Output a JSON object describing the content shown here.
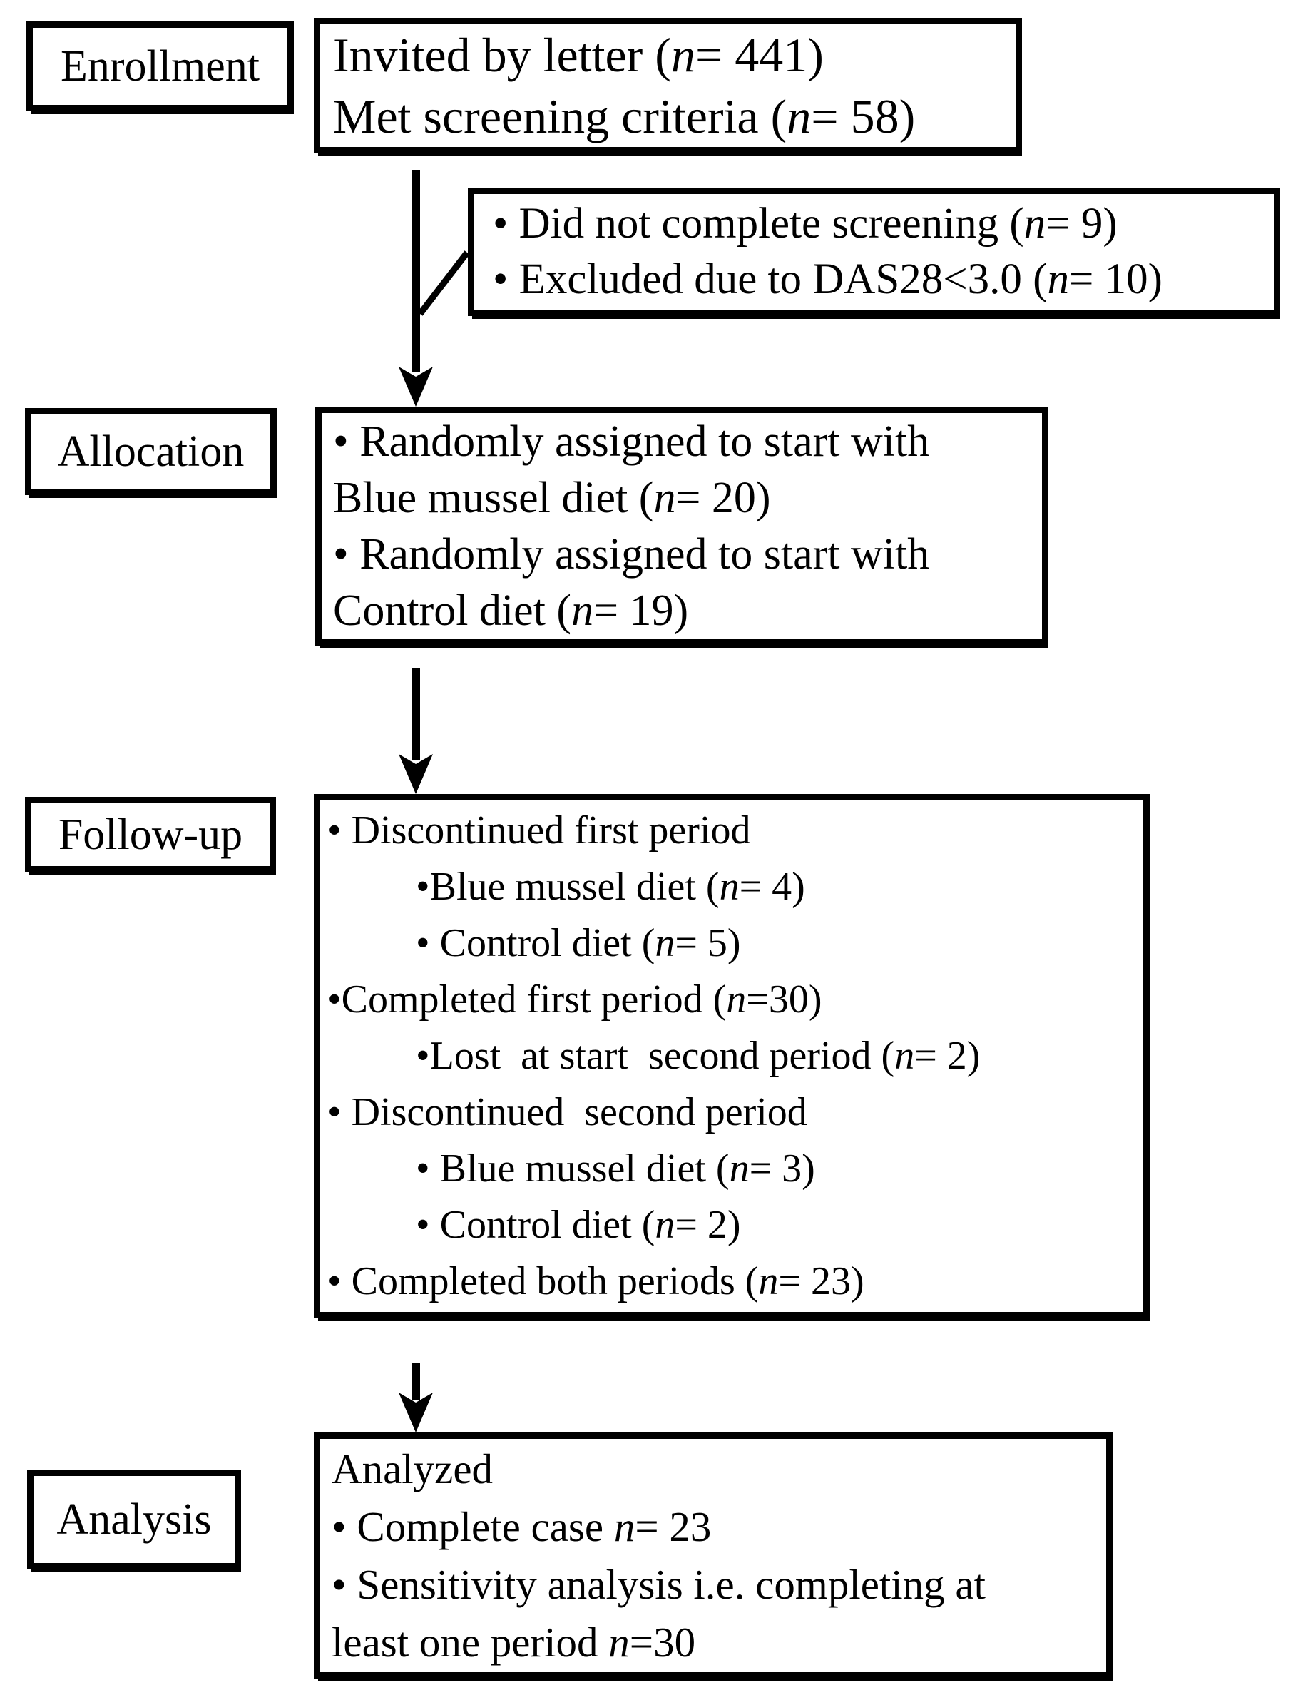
{
  "colors": {
    "ink": "#000000",
    "background": "#ffffff"
  },
  "stage_labels": {
    "enrollment": "Enrollment",
    "allocation": "Allocation",
    "followup": "Follow-up",
    "analysis": "Analysis"
  },
  "enrollment_box": {
    "lines": [
      {
        "indent": 0,
        "segments": [
          {
            "t": "Invited by letter (",
            "i": false
          },
          {
            "t": "n",
            "i": true
          },
          {
            "t": "= 441)",
            "i": false
          }
        ]
      },
      {
        "indent": 0,
        "segments": [
          {
            "t": "Met screening criteria (",
            "i": false
          },
          {
            "t": "n",
            "i": true
          },
          {
            "t": "= 58)",
            "i": false
          }
        ]
      }
    ]
  },
  "exclusion_box": {
    "lines": [
      {
        "indent": 0,
        "segments": [
          {
            "t": "• Did not complete screening (",
            "i": false
          },
          {
            "t": "n",
            "i": true
          },
          {
            "t": "= 9)",
            "i": false
          }
        ]
      },
      {
        "indent": 0,
        "segments": [
          {
            "t": "• Excluded due to DAS28<3.0 (",
            "i": false
          },
          {
            "t": "n",
            "i": true
          },
          {
            "t": "= 10)",
            "i": false
          }
        ]
      }
    ]
  },
  "allocation_box": {
    "lines": [
      {
        "indent": 0,
        "segments": [
          {
            "t": "• Randomly assigned to start with",
            "i": false
          }
        ]
      },
      {
        "indent": 0,
        "segments": [
          {
            "t": "Blue mussel diet (",
            "i": false
          },
          {
            "t": "n",
            "i": true
          },
          {
            "t": "= 20)",
            "i": false
          }
        ]
      },
      {
        "indent": 0,
        "segments": [
          {
            "t": "• Randomly assigned to start with",
            "i": false
          }
        ]
      },
      {
        "indent": 0,
        "segments": [
          {
            "t": "Control diet (",
            "i": false
          },
          {
            "t": "n",
            "i": true
          },
          {
            "t": "= 19)",
            "i": false
          }
        ]
      }
    ]
  },
  "followup_box": {
    "lines": [
      {
        "indent": 0,
        "segments": [
          {
            "t": "• Discontinued first period",
            "i": false
          }
        ]
      },
      {
        "indent": 1,
        "segments": [
          {
            "t": "•Blue mussel diet (",
            "i": false
          },
          {
            "t": "n",
            "i": true
          },
          {
            "t": "= 4)",
            "i": false
          }
        ]
      },
      {
        "indent": 1,
        "segments": [
          {
            "t": "• Control diet (",
            "i": false
          },
          {
            "t": "n",
            "i": true
          },
          {
            "t": "= 5)",
            "i": false
          }
        ]
      },
      {
        "indent": 0,
        "segments": [
          {
            "t": "•Completed first period (",
            "i": false
          },
          {
            "t": "n",
            "i": true
          },
          {
            "t": "=30)",
            "i": false
          }
        ]
      },
      {
        "indent": 1,
        "segments": [
          {
            "t": "•Lost  at start  second period (",
            "i": false
          },
          {
            "t": "n",
            "i": true
          },
          {
            "t": "= 2)",
            "i": false
          }
        ]
      },
      {
        "indent": 0,
        "segments": [
          {
            "t": "• Discontinued  second period",
            "i": false
          }
        ]
      },
      {
        "indent": 1,
        "segments": [
          {
            "t": "• Blue mussel diet (",
            "i": false
          },
          {
            "t": "n",
            "i": true
          },
          {
            "t": "= 3)",
            "i": false
          }
        ]
      },
      {
        "indent": 1,
        "segments": [
          {
            "t": "• Control diet (",
            "i": false
          },
          {
            "t": "n",
            "i": true
          },
          {
            "t": "= 2)",
            "i": false
          }
        ]
      },
      {
        "indent": 0,
        "segments": [
          {
            "t": "• Completed both periods (",
            "i": false
          },
          {
            "t": "n",
            "i": true
          },
          {
            "t": "= 23)",
            "i": false
          }
        ]
      }
    ]
  },
  "analysis_box": {
    "lines": [
      {
        "indent": 0,
        "segments": [
          {
            "t": "Analyzed",
            "i": false
          }
        ]
      },
      {
        "indent": 0,
        "segments": [
          {
            "t": "• Complete case ",
            "i": false
          },
          {
            "t": "n",
            "i": true
          },
          {
            "t": "= 23",
            "i": false
          }
        ]
      },
      {
        "indent": 0,
        "segments": [
          {
            "t": "• Sensitivity analysis i.e. completing at",
            "i": false
          }
        ]
      },
      {
        "indent": 0,
        "segments": [
          {
            "t": "least one period ",
            "i": false
          },
          {
            "t": "n",
            "i": true
          },
          {
            "t": "=30",
            "i": false
          }
        ]
      }
    ]
  }
}
